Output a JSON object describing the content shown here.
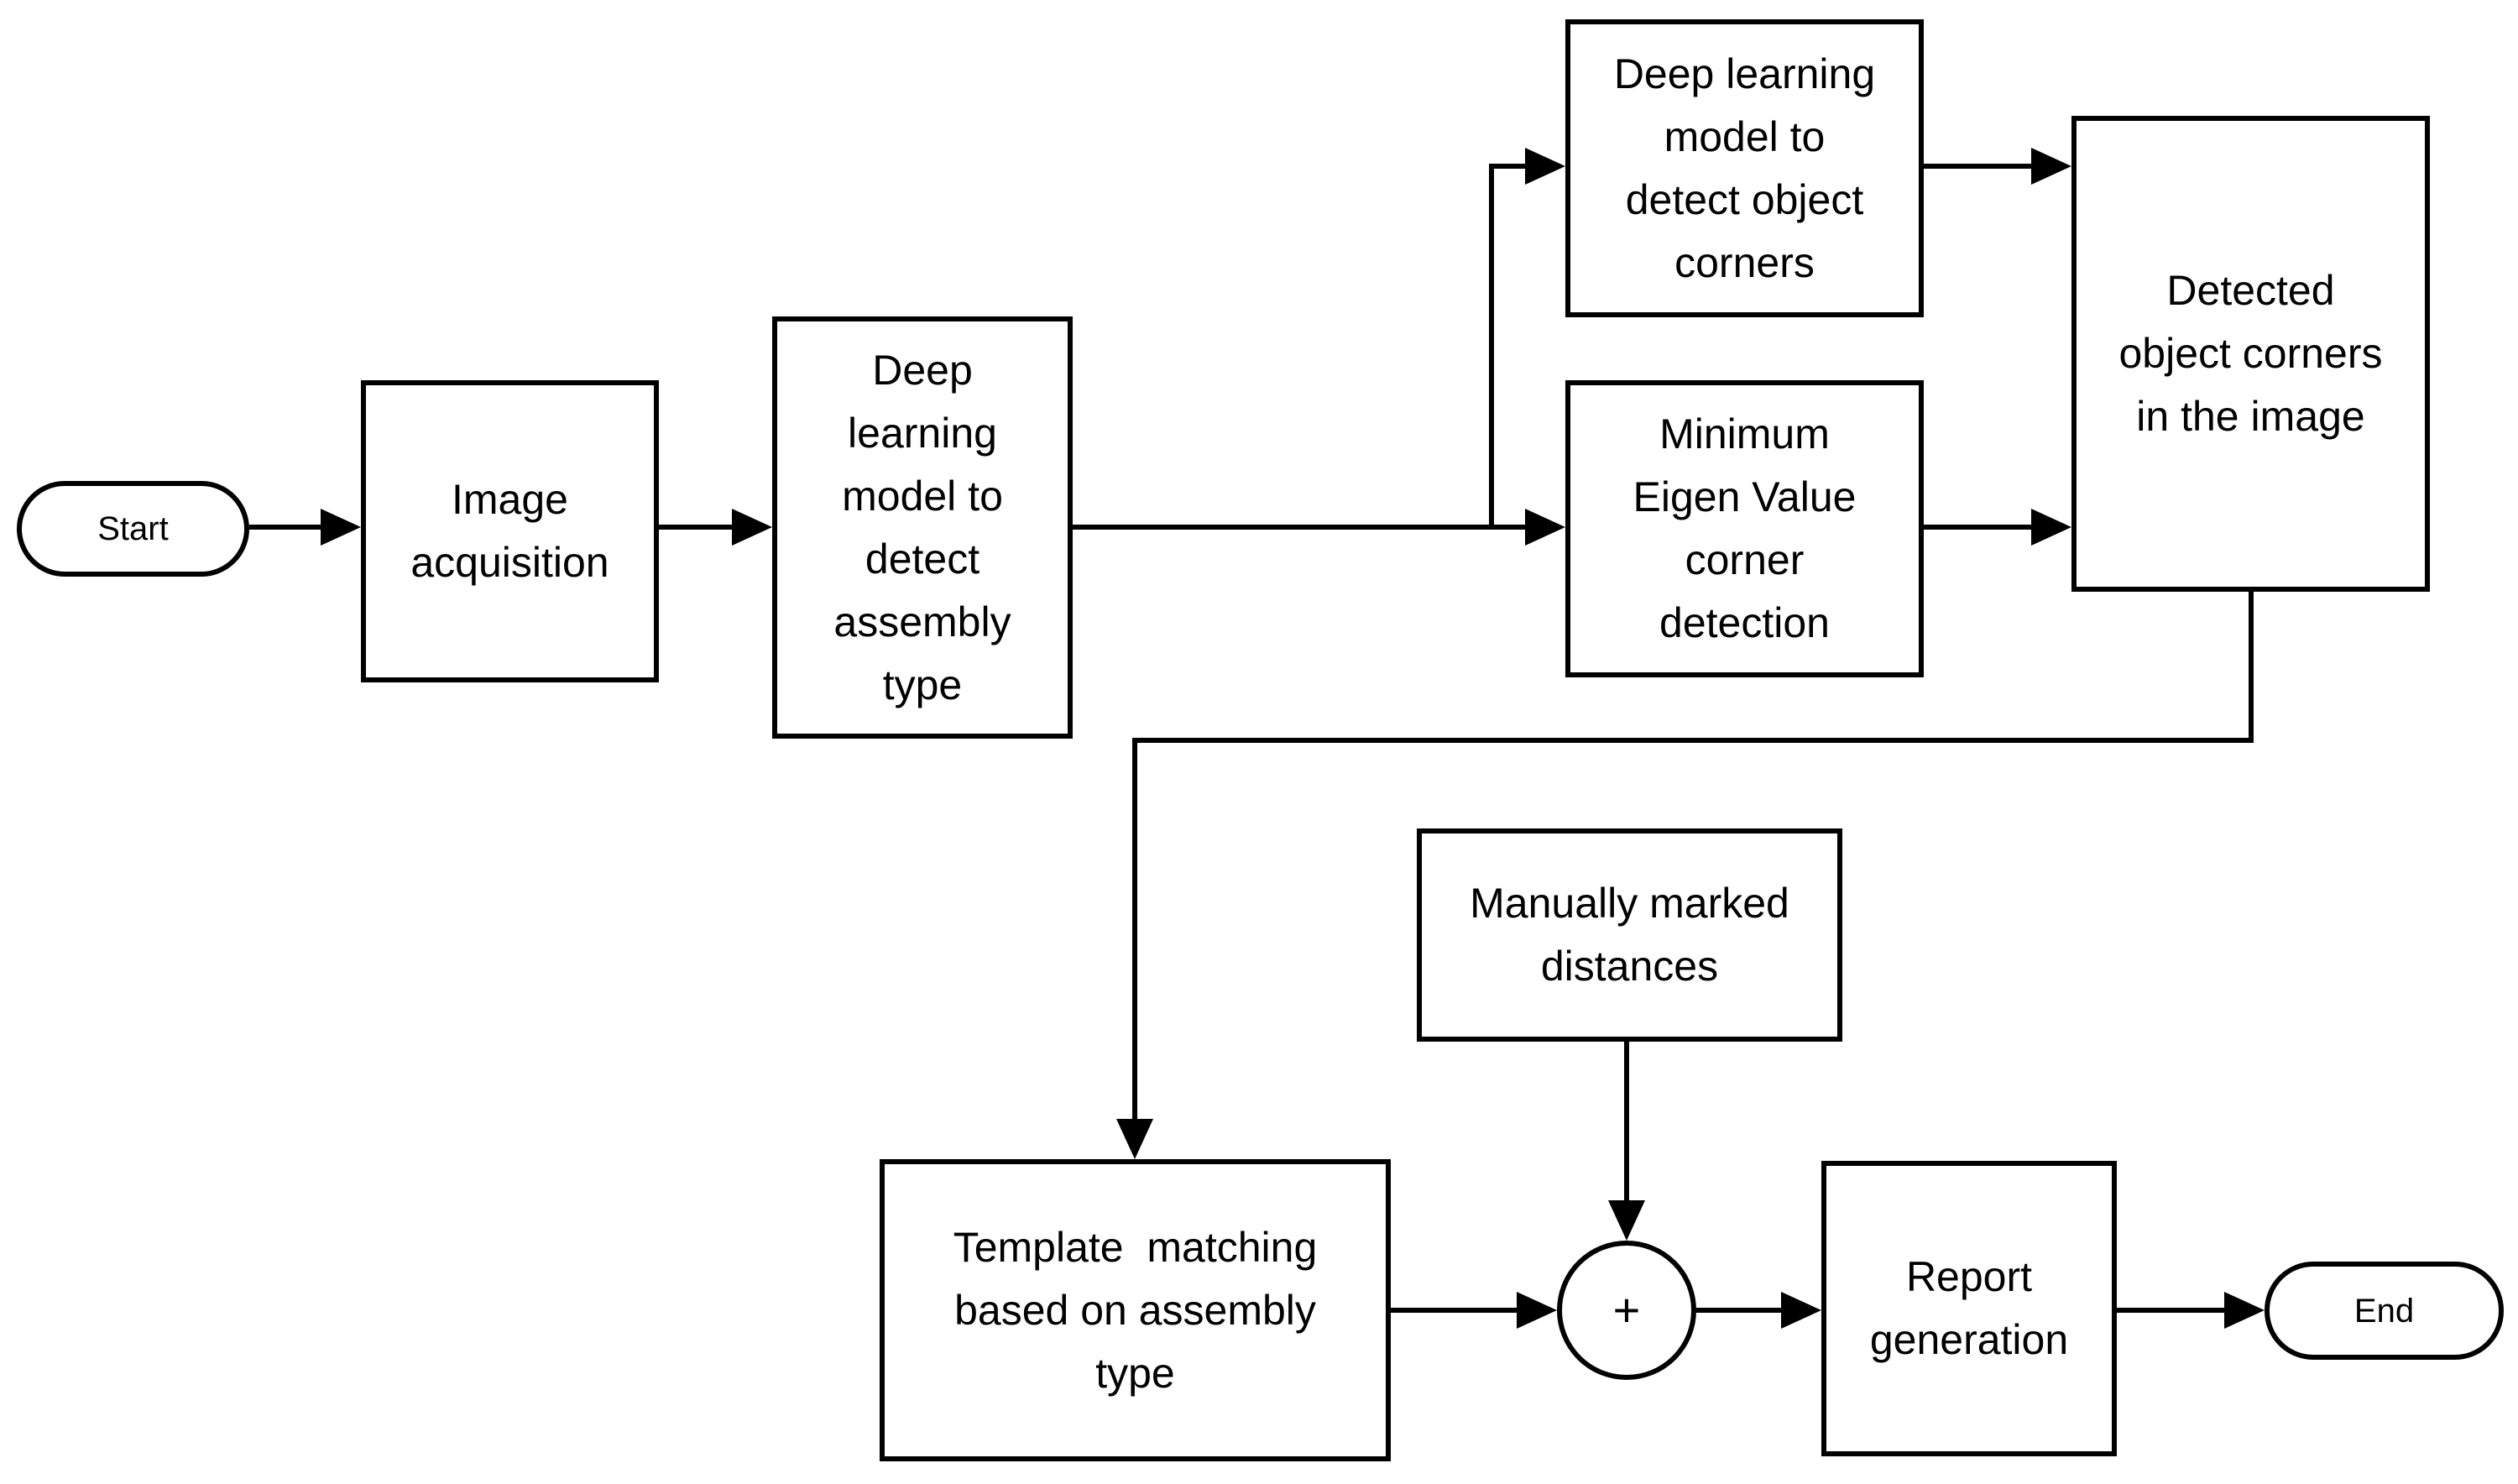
{
  "flowchart": {
    "colors": {
      "stroke": "#000000",
      "fill": "#ffffff",
      "text": "#000000"
    },
    "nodes": {
      "start": {
        "label": "Start",
        "shape": "terminator"
      },
      "image_acquisition": {
        "label": "Image\nacquisition",
        "shape": "process"
      },
      "dl_assembly": {
        "label": "Deep\nlearning\nmodel to\ndetect\nassembly\ntype",
        "shape": "process"
      },
      "dl_corners": {
        "label": "Deep learning\nmodel to\ndetect object\ncorners",
        "shape": "process"
      },
      "min_eigen": {
        "label": "Minimum\nEigen Value\ncorner\ndetection",
        "shape": "process"
      },
      "detected_corners": {
        "label": "Detected\nobject corners\nin the image",
        "shape": "process"
      },
      "manually_marked": {
        "label": "Manually marked\ndistances",
        "shape": "process"
      },
      "template_matching": {
        "label": "Template  matching\nbased on assembly\ntype",
        "shape": "process"
      },
      "plus_junction": {
        "label": "+",
        "shape": "circle"
      },
      "report_generation": {
        "label": "Report\ngeneration",
        "shape": "process"
      },
      "end": {
        "label": "End",
        "shape": "terminator"
      }
    }
  }
}
